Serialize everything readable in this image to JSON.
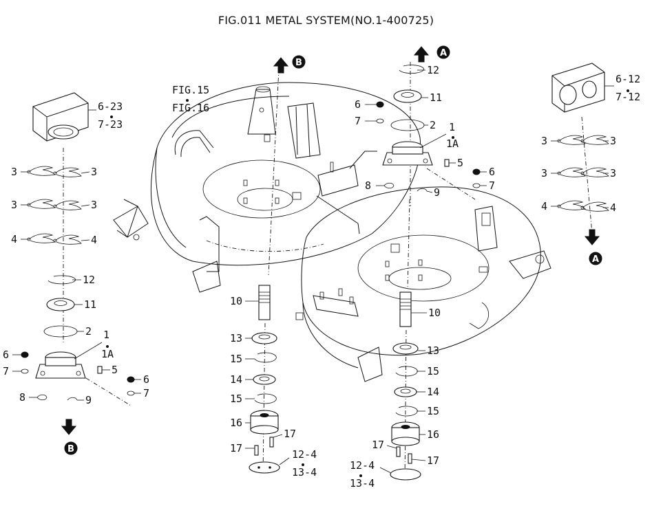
{
  "title": "FIG.011  METAL SYSTEM(NO.1-400725)",
  "figure_refs": [
    "FIG.15",
    "FIG.16"
  ],
  "arrow_markers": [
    "A",
    "B"
  ],
  "callouts": {
    "left": {
      "gearbox_a": "6-23",
      "gearbox_b": "7-23",
      "c3a": "3",
      "c3b": "3",
      "c3c": "3",
      "c3d": "3",
      "c4a": "4",
      "c4b": "4",
      "c12": "12",
      "c11": "11",
      "c2": "2",
      "c1": "1",
      "c1a": "1A",
      "c6": "6",
      "c7": "7",
      "c5": "5",
      "c6r": "6",
      "c7r": "7",
      "c8": "8",
      "c9": "9"
    },
    "center": {
      "c10": "10",
      "c13": "13",
      "c15a": "15",
      "c14": "14",
      "c15b": "15",
      "c16": "16",
      "c17a": "17",
      "c17b": "17",
      "c124": "12-4",
      "c134": "13-4"
    },
    "upper_right": {
      "c12": "12",
      "c11": "11",
      "c6": "6",
      "c7": "7",
      "c2": "2",
      "c1": "1",
      "c1a": "1A",
      "c5": "5",
      "c6r": "6",
      "c7r": "7",
      "c8": "8",
      "c9": "9"
    },
    "right_spindle": {
      "c10": "10",
      "c13": "13",
      "c15a": "15",
      "c14": "14",
      "c15b": "15",
      "c16": "16",
      "c17a": "17",
      "c17b": "17",
      "c124": "12-4",
      "c134": "13-4"
    },
    "far_right": {
      "gearbox_a": "6-12",
      "gearbox_b": "7-12",
      "c3a": "3",
      "c3b": "3",
      "c3c": "3",
      "c3d": "3",
      "c4a": "4",
      "c4b": "4"
    }
  }
}
